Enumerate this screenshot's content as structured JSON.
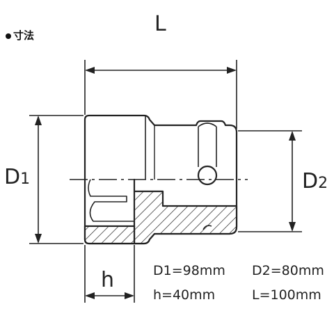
{
  "heading": {
    "label": "寸法"
  },
  "dimension_labels": {
    "L": "L",
    "D1_main": "D",
    "D1_sub": "1",
    "D2_main": "D",
    "D2_sub": "2",
    "h": "h"
  },
  "specs": {
    "D1": "D1=98mm",
    "D2": "D2=80mm",
    "h": "h=40mm",
    "L": "L=100mm"
  }
}
